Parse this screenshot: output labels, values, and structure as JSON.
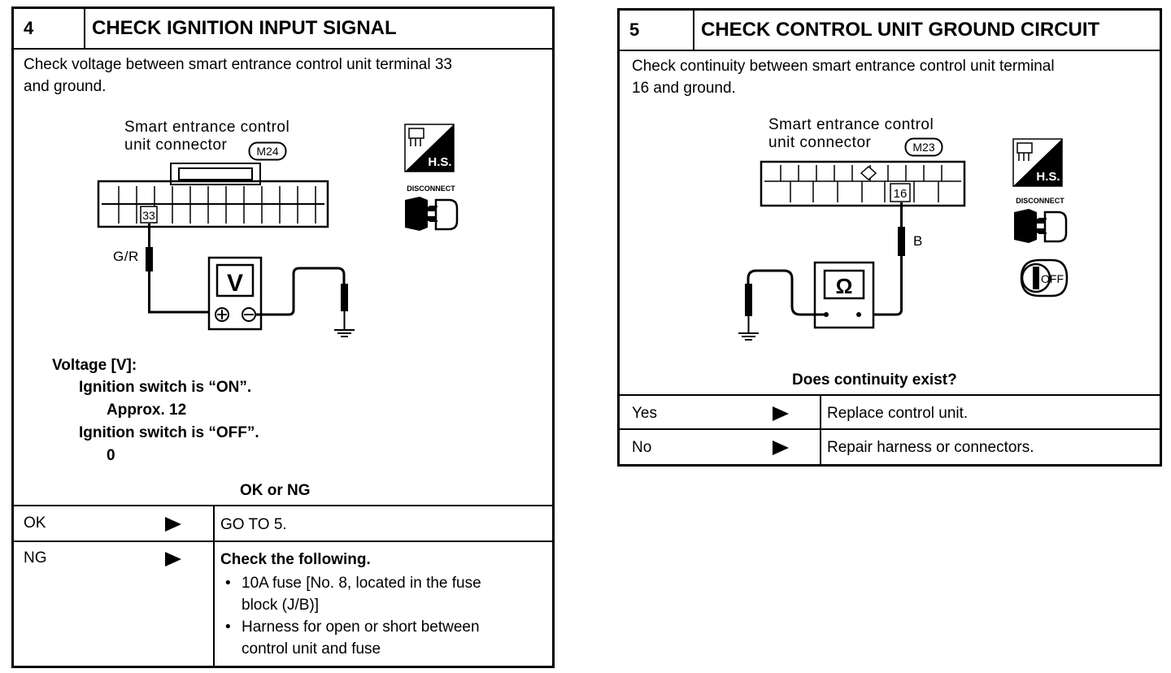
{
  "step4": {
    "number": "4",
    "title": "CHECK IGNITION INPUT SIGNAL",
    "instruction_line1": "Check voltage between smart entrance control unit terminal 33",
    "instruction_line2": "and ground.",
    "connector_label_line1": "Smart entrance control",
    "connector_label_line2": "unit connector",
    "connector_id": "M24",
    "terminal": "33",
    "wire_color": "G/R",
    "meter_symbol": "V",
    "spec": {
      "heading": "Voltage [V]:",
      "cond1": "Ignition switch is “ON”.",
      "val1": "Approx. 12",
      "cond2": "Ignition switch is “OFF”.",
      "val2": "0"
    },
    "question": "OK or NG",
    "rows": [
      {
        "label": "OK",
        "action": "GO TO 5."
      },
      {
        "label": "NG",
        "action_title": "Check the following.",
        "bullets": [
          {
            "line1": "10A fuse [No. 8, located in the fuse",
            "line2": "block (J/B)]"
          },
          {
            "line1": "Harness for open or short between",
            "line2": "control unit and fuse"
          }
        ]
      }
    ]
  },
  "step5": {
    "number": "5",
    "title": "CHECK CONTROL UNIT GROUND CIRCUIT",
    "instruction_line1": "Check continuity between smart entrance control unit terminal",
    "instruction_line2": "16 and ground.",
    "connector_label_line1": "Smart entrance control",
    "connector_label_line2": "unit connector",
    "connector_id": "M23",
    "terminal": "16",
    "wire_color": "B",
    "meter_symbol": "Ω",
    "question": "Does continuity exist?",
    "rows": [
      {
        "label": "Yes",
        "action": "Replace control unit."
      },
      {
        "label": "No",
        "action": "Repair harness or connectors."
      }
    ]
  },
  "icons": {
    "hs_text": "H.S.",
    "disconnect_text": "DISCONNECT",
    "off_text": "OFF"
  }
}
